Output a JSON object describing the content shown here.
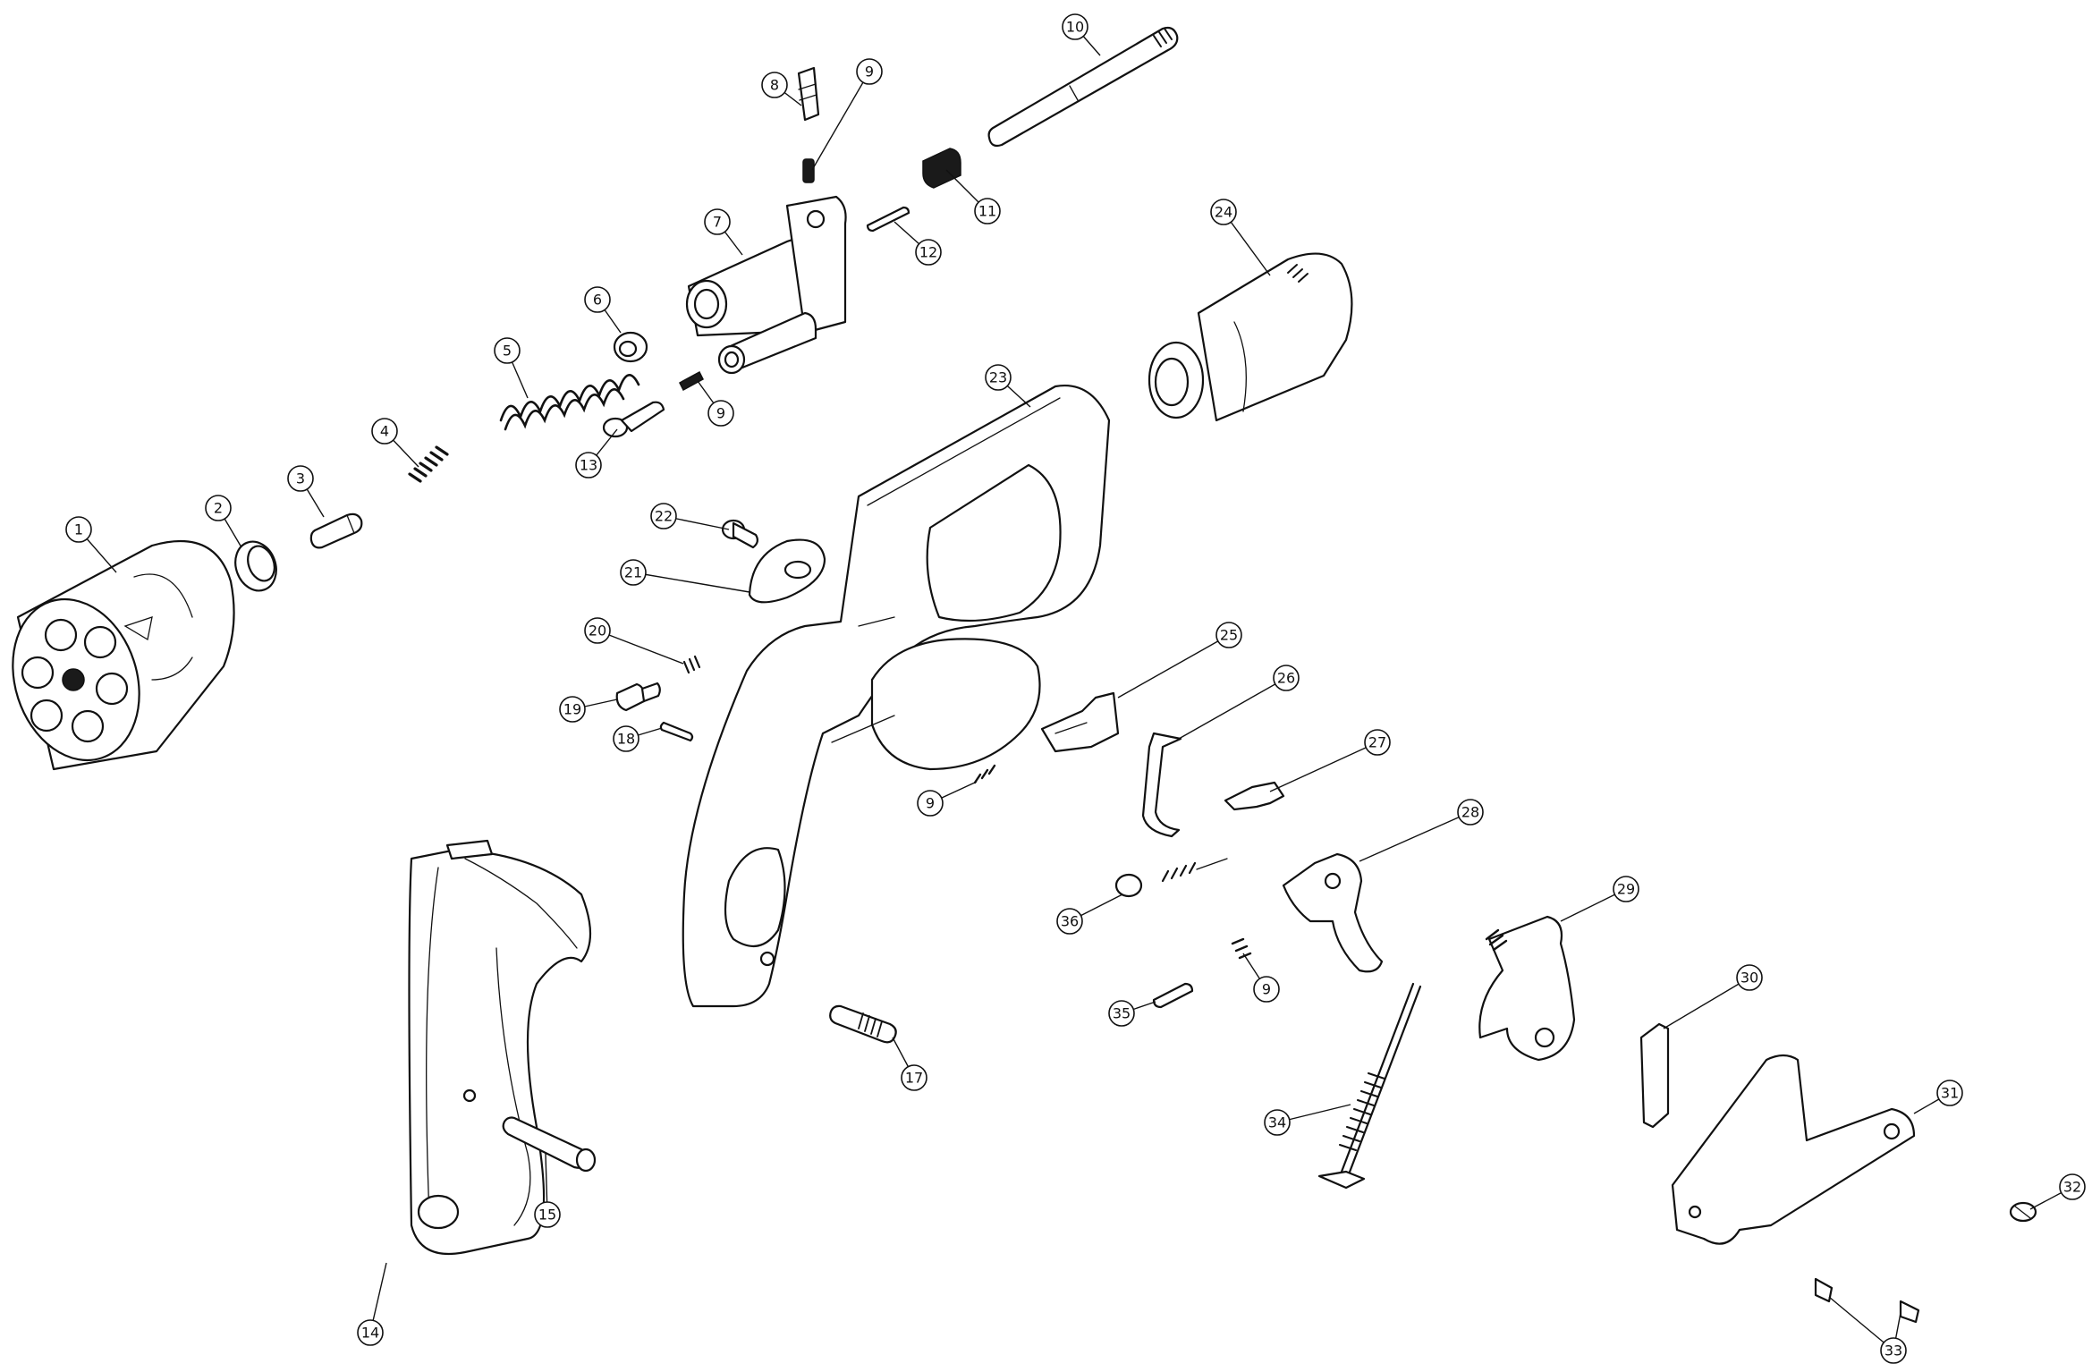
{
  "callouts": [
    {
      "id": "c1",
      "label": "1"
    },
    {
      "id": "c2",
      "label": "2"
    },
    {
      "id": "c3",
      "label": "3"
    },
    {
      "id": "c4",
      "label": "4"
    },
    {
      "id": "c5",
      "label": "5"
    },
    {
      "id": "c6",
      "label": "6"
    },
    {
      "id": "c7",
      "label": "7"
    },
    {
      "id": "c8",
      "label": "8"
    },
    {
      "id": "c9a",
      "label": "9"
    },
    {
      "id": "c9b",
      "label": "9"
    },
    {
      "id": "c9c",
      "label": "9"
    },
    {
      "id": "c9d",
      "label": "9"
    },
    {
      "id": "c10",
      "label": "10"
    },
    {
      "id": "c11",
      "label": "11"
    },
    {
      "id": "c12",
      "label": "12"
    },
    {
      "id": "c13",
      "label": "13"
    },
    {
      "id": "c14",
      "label": "14"
    },
    {
      "id": "c15",
      "label": "15"
    },
    {
      "id": "c17",
      "label": "17"
    },
    {
      "id": "c18",
      "label": "18"
    },
    {
      "id": "c19",
      "label": "19"
    },
    {
      "id": "c20",
      "label": "20"
    },
    {
      "id": "c21",
      "label": "21"
    },
    {
      "id": "c22",
      "label": "22"
    },
    {
      "id": "c23",
      "label": "23"
    },
    {
      "id": "c24",
      "label": "24"
    },
    {
      "id": "c25",
      "label": "25"
    },
    {
      "id": "c26",
      "label": "26"
    },
    {
      "id": "c27",
      "label": "27"
    },
    {
      "id": "c28",
      "label": "28"
    },
    {
      "id": "c29",
      "label": "29"
    },
    {
      "id": "c30",
      "label": "30"
    },
    {
      "id": "c31",
      "label": "31"
    },
    {
      "id": "c32",
      "label": "32"
    },
    {
      "id": "c33",
      "label": "33"
    },
    {
      "id": "c34",
      "label": "34"
    },
    {
      "id": "c35",
      "label": "35"
    },
    {
      "id": "c36",
      "label": "36"
    }
  ]
}
